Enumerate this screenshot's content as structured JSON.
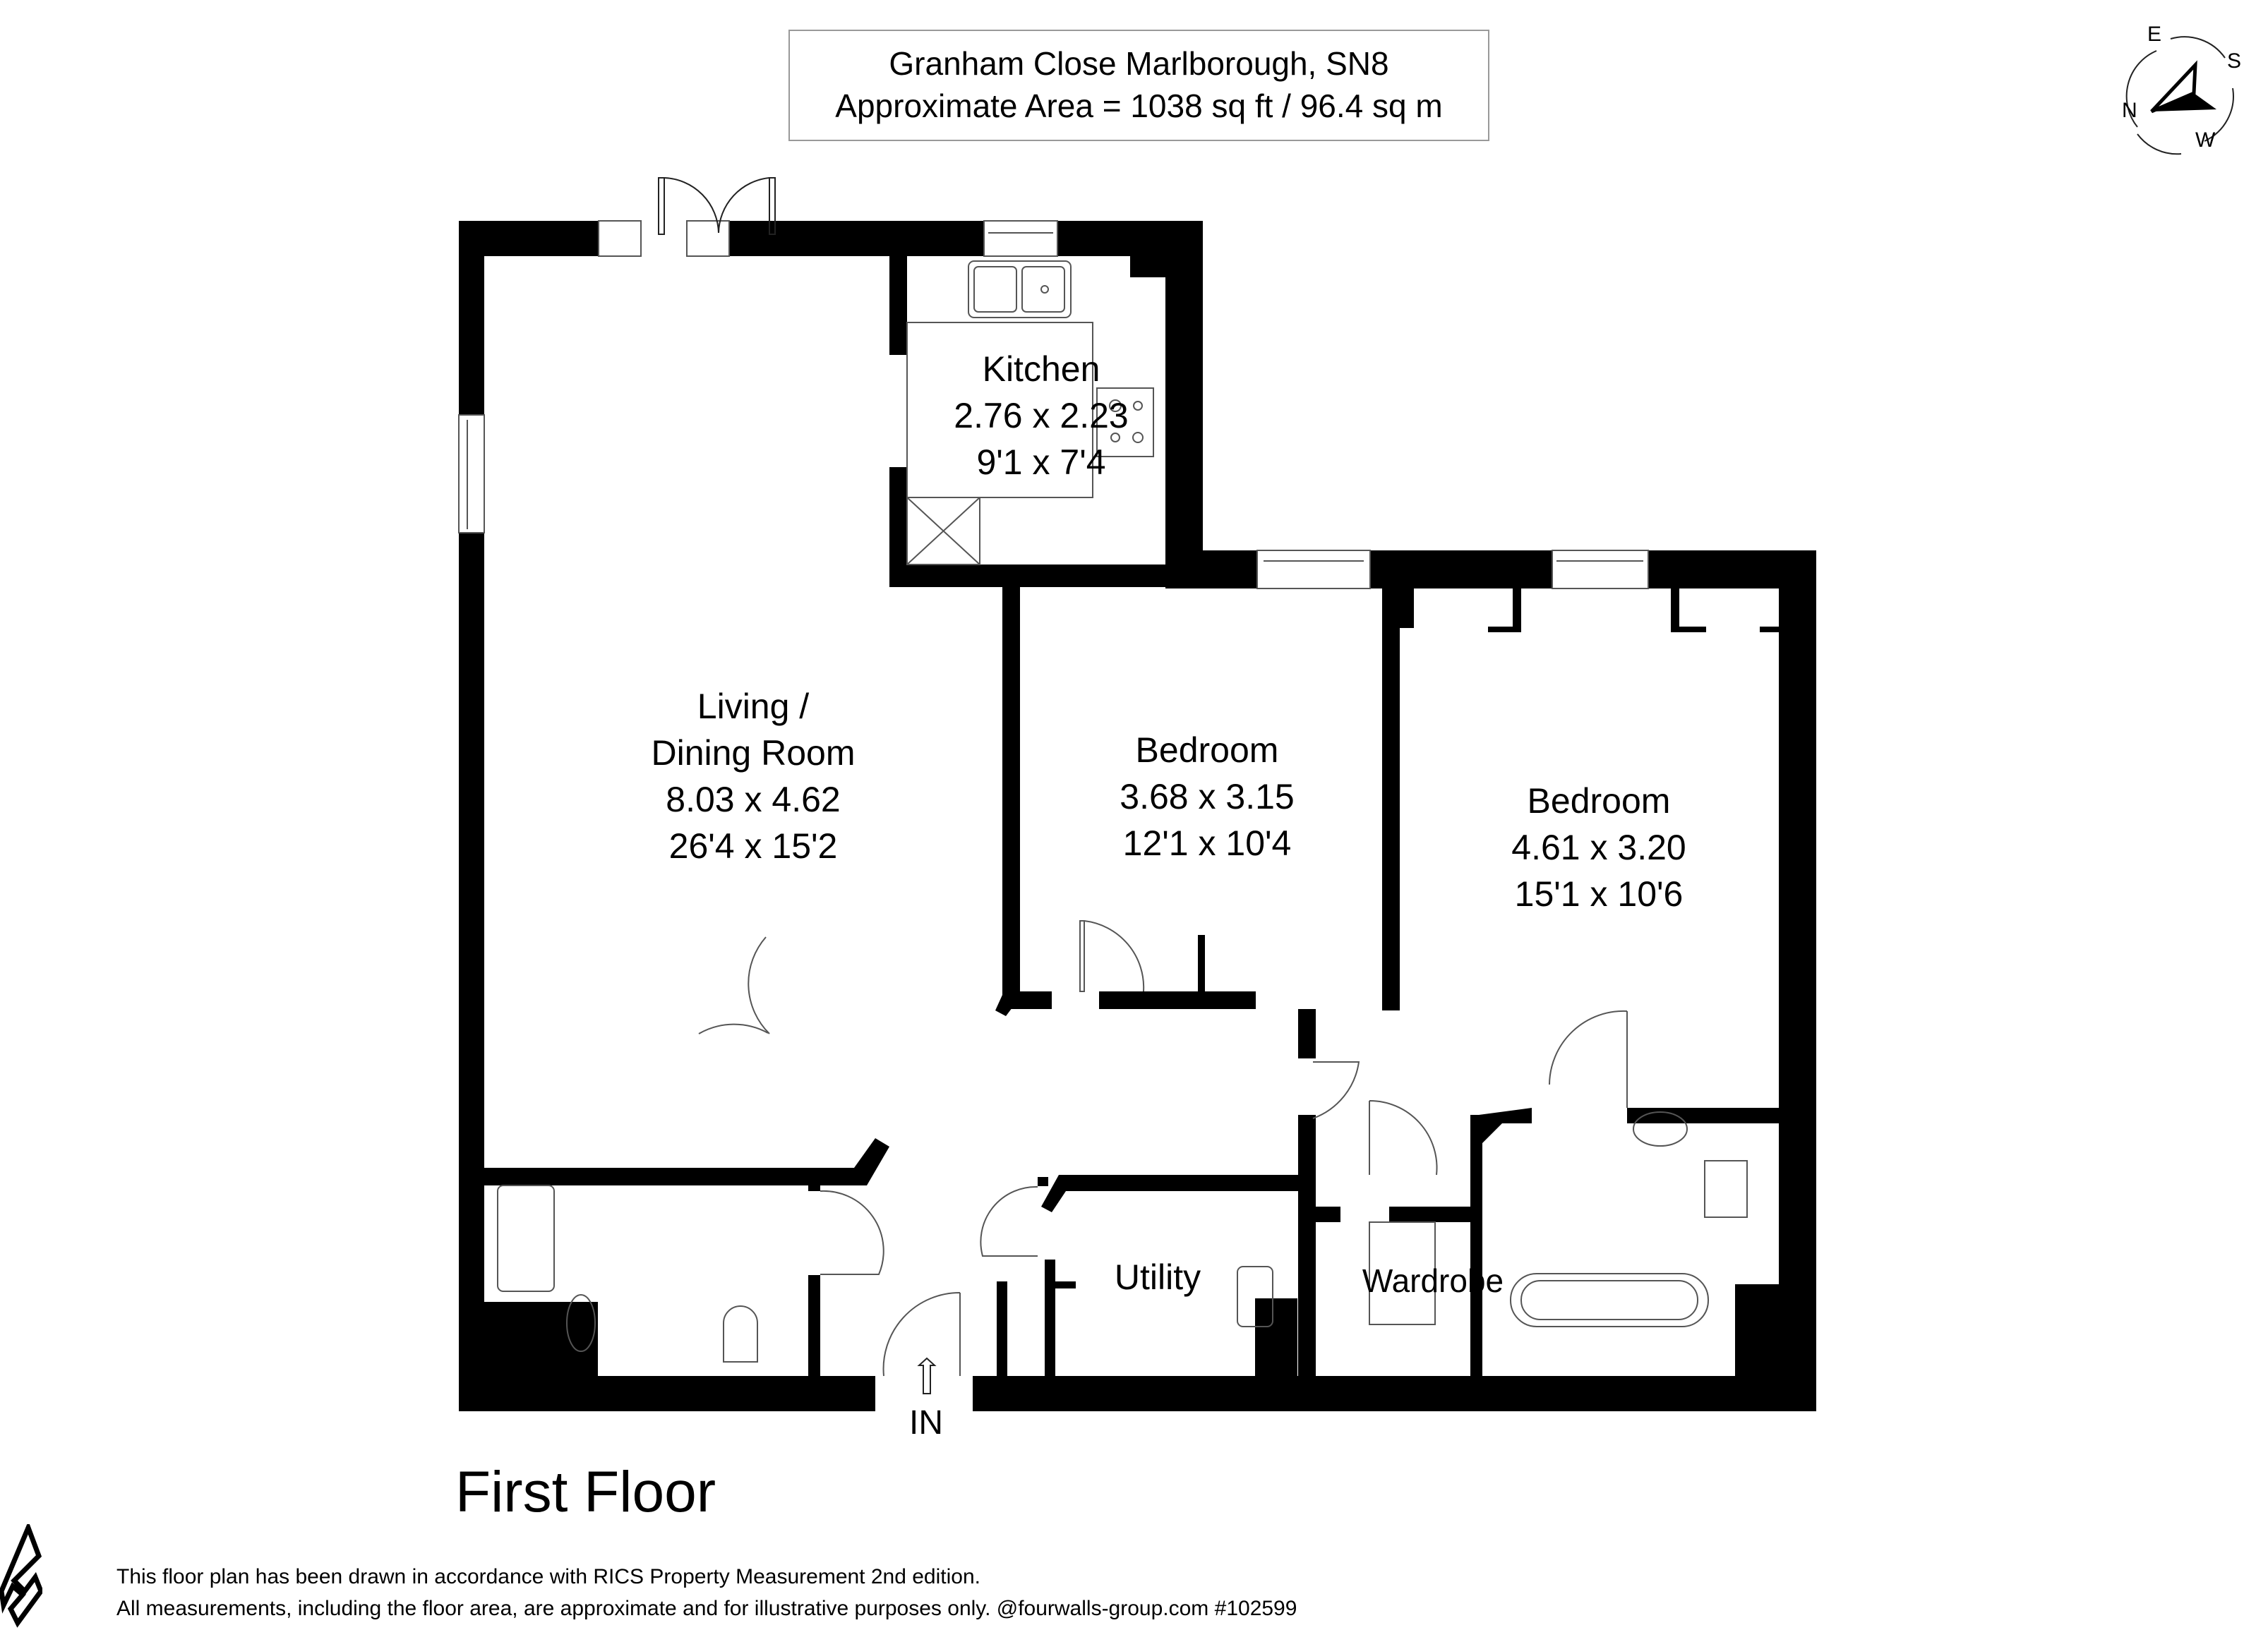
{
  "header": {
    "address": "Granham Close Marlborough, SN8",
    "area": "Approximate Area = 1038 sq ft / 96.4 sq m"
  },
  "compass": {
    "icon": "compass-icon",
    "labels": {
      "n": "N",
      "e": "E",
      "s": "S",
      "w": "W"
    }
  },
  "rooms": [
    {
      "id": "living",
      "name_line1": "Living /",
      "name_line2": "Dining Room",
      "metric": "8.03 x 4.62",
      "imperial": "26'4 x 15'2"
    },
    {
      "id": "kitchen",
      "name": "Kitchen",
      "metric": "2.76 x 2.23",
      "imperial": "9'1 x 7'4"
    },
    {
      "id": "bedroom2",
      "name": "Bedroom",
      "metric": "3.68 x 3.15",
      "imperial": "12'1 x 10'4"
    },
    {
      "id": "bedroom1",
      "name": "Bedroom",
      "metric": "4.61 x 3.20",
      "imperial": "15'1 x 10'6"
    },
    {
      "id": "utility",
      "name": "Utility"
    },
    {
      "id": "wardrobe",
      "name": "Wardrobe"
    }
  ],
  "entrance": {
    "label": "IN",
    "icon": "entrance-arrow-icon"
  },
  "floor_title": "First Floor",
  "footer": {
    "line1": "This floor plan has been drawn in accordance with RICS Property Measurement 2nd edition.",
    "line2": "All measurements, including the floor area, are approximate and for illustrative purposes only. @fourwalls-group.com #102599",
    "logo_icon": "fourwalls-logo-icon"
  },
  "colors": {
    "wall": "#000000",
    "fixture_line": "#555555",
    "background": "#ffffff",
    "border": "#999999"
  }
}
